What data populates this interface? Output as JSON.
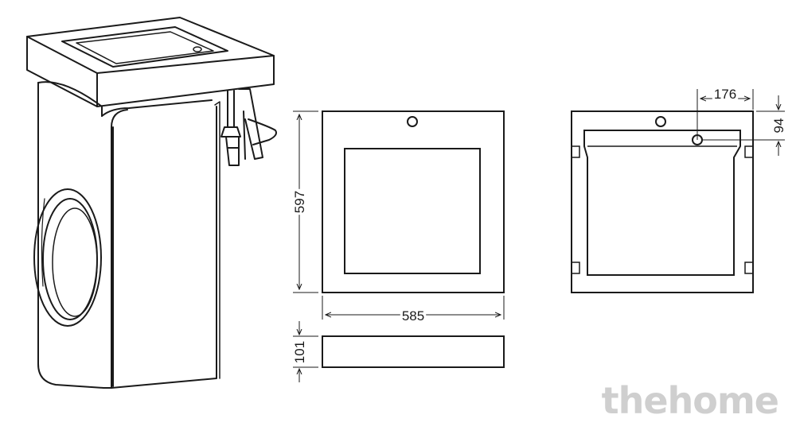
{
  "drawing": {
    "dimensions": {
      "front_height": "597",
      "front_width": "585",
      "side_thickness": "101",
      "hole_offset_x": "176",
      "hole_offset_y": "94"
    },
    "line_color": "#1a1a1a",
    "background": "#ffffff"
  },
  "watermark": {
    "text": "thehome",
    "color": "#cfcfcf"
  }
}
